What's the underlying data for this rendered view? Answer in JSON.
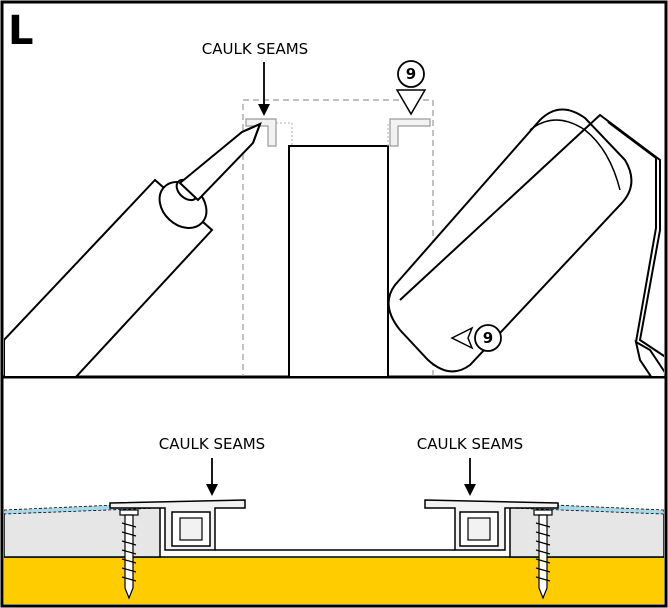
{
  "panel": {
    "letter": "L",
    "top_label": "CAULK SEAMS",
    "bottom_left_label": "CAULK SEAMS",
    "bottom_right_label": "CAULK SEAMS",
    "callout_top": "9",
    "callout_roller": "9"
  },
  "colors": {
    "line": "#000000",
    "subfloor": "#ffcc00",
    "flooring": "#e6e6e6",
    "caulk": "#a8d8ea",
    "dashed": "#9a9a9a",
    "trim": "#f2f2f2"
  },
  "icons": [
    "caulk-gun-icon",
    "paint-roller-icon",
    "screw-icon",
    "transition-track-icon"
  ]
}
